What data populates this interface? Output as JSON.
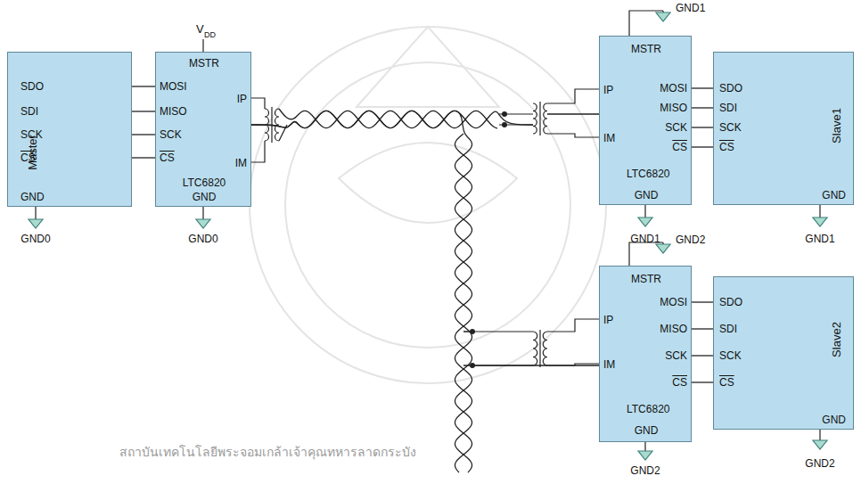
{
  "diagram": {
    "nodes": [
      {
        "text": [
          "SDO",
          "SDI",
          "SCK",
          "CS",
          "GND",
          "Master"
        ]
      },
      {
        "text": [
          "MSTR",
          "MOSI",
          "MISO",
          "SCK",
          "CS",
          "LTC6820",
          "GND",
          "IP",
          "IM"
        ]
      },
      {
        "text": [
          "MSTR",
          "MOSI",
          "MISO",
          "SCK",
          "CS",
          "LTC6820",
          "GND",
          "IP",
          "IM"
        ]
      },
      {
        "text": [
          "SDO",
          "SDI",
          "SCK",
          "CS",
          "GND",
          "Slave1"
        ]
      },
      {
        "text": [
          "MSTR",
          "MOSI",
          "MISO",
          "SCK",
          "CS",
          "LTC6820",
          "GND",
          "IP",
          "IM"
        ]
      },
      {
        "text": [
          "SDO",
          "SDI",
          "SCK",
          "CS",
          "GND",
          "Slave2"
        ]
      }
    ],
    "edges": [
      {
        "from": 0,
        "to": 1,
        "arrow": "none"
      },
      {
        "from": 0,
        "to": 1,
        "arrow": "none"
      },
      {
        "from": 0,
        "to": 1,
        "arrow": "none"
      },
      {
        "from": 0,
        "to": 1,
        "arrow": "none"
      },
      {
        "from": 1,
        "to": 2,
        "arrow": "none"
      },
      {
        "from": 1,
        "to": 4,
        "arrow": "none"
      },
      {
        "from": 2,
        "to": 3,
        "arrow": "none"
      },
      {
        "from": 2,
        "to": 3,
        "arrow": "none"
      },
      {
        "from": 2,
        "to": 3,
        "arrow": "none"
      },
      {
        "from": 2,
        "to": 3,
        "arrow": "none"
      },
      {
        "from": 4,
        "to": 5,
        "arrow": "none"
      },
      {
        "from": 4,
        "to": 5,
        "arrow": "none"
      },
      {
        "from": 4,
        "to": 5,
        "arrow": "none"
      },
      {
        "from": 4,
        "to": 5,
        "arrow": "none"
      }
    ],
    "labels": [
      "V",
      "DD",
      "GND0",
      "GND0",
      "GND1",
      "GND1",
      "GND1",
      "GND2",
      "GND2",
      "GND2",
      "สถาบันเทคโนโลยีพระจอมเกล้าเจ้าคุณทหารลาดกระบัง"
    ]
  }
}
